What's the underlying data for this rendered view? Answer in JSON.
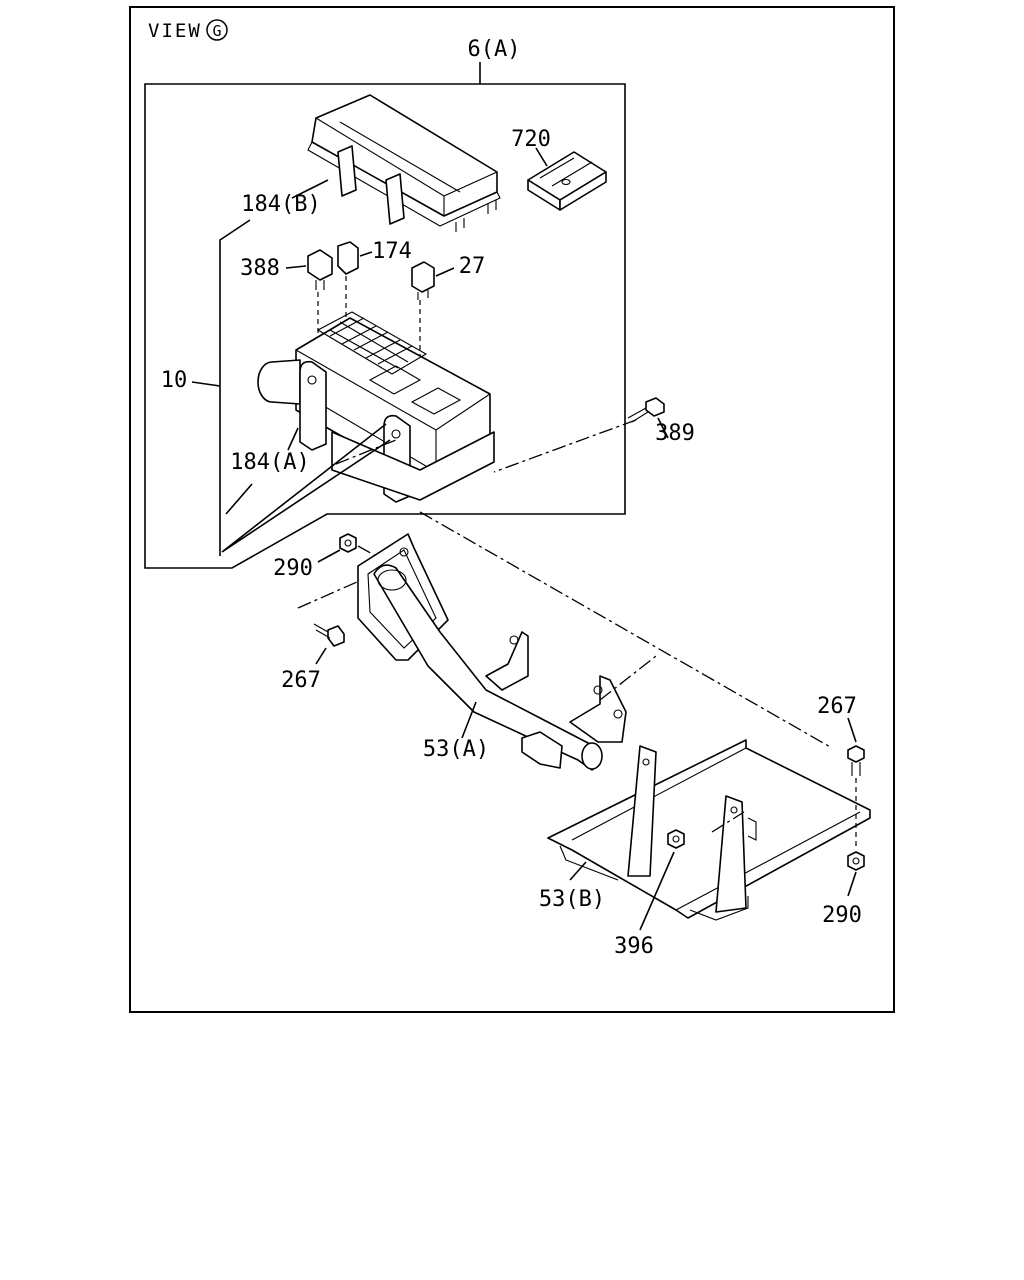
{
  "view": {
    "label": "VIEW",
    "marker": "G"
  },
  "callouts": {
    "p6a": "6(A)",
    "p720": "720",
    "p184b": "184(B)",
    "p388": "388",
    "p174": "174",
    "p27": "27",
    "p10": "10",
    "p389": "389",
    "p184a": "184(A)",
    "p290_left": "290",
    "p267_left": "267",
    "p53a": "53(A)",
    "p267_right": "267",
    "p53b": "53(B)",
    "p396": "396",
    "p290_right": "290"
  }
}
